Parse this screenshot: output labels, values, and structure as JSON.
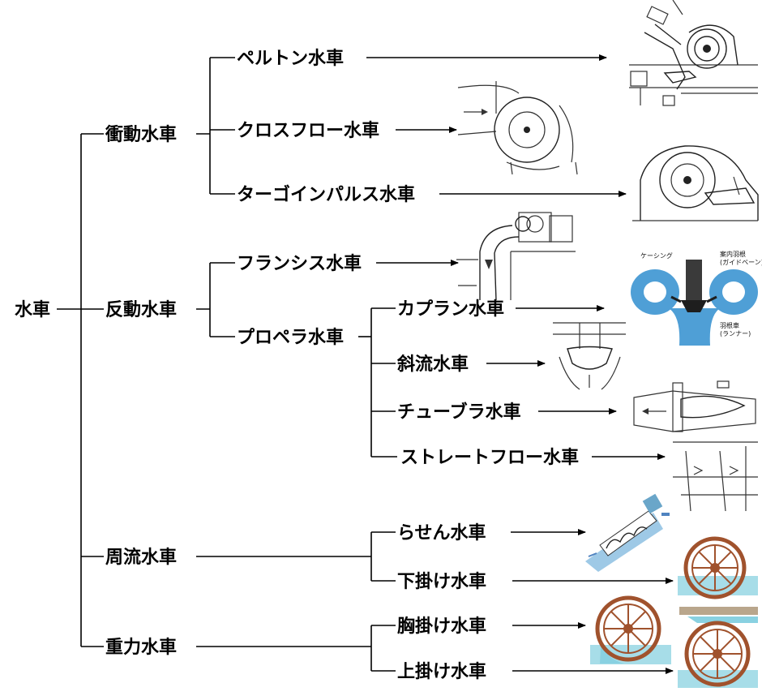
{
  "root": "水車",
  "categories": [
    {
      "label": "衝動水車",
      "items": [
        "ペルトン水車",
        "クロスフロー水車",
        "ターゴインパルス水車"
      ]
    },
    {
      "label": "反動水車",
      "items": [
        "フランシス水車",
        "プロペラ水車"
      ],
      "sub": {
        "parent": "プロペラ水車",
        "items": [
          "カプラン水車",
          "斜流水車",
          "チューブラ水車",
          "ストレートフロー水車"
        ]
      }
    },
    {
      "label": "周流水車",
      "items": [
        "らせん水車",
        "下掛け水車"
      ]
    },
    {
      "label": "重力水車",
      "items": [
        "胸掛け水車",
        "上掛け水車"
      ]
    }
  ],
  "kaplan_labels": {
    "casing": "ケーシング",
    "guide_vane_1": "案内羽根",
    "guide_vane_2": "(ガイドベーン)",
    "runner_1": "羽根車",
    "runner_2": "(ランナー)"
  },
  "colors": {
    "line": "#000000",
    "wheel_brown": "#a0522d",
    "water": "#6cc6d9",
    "kaplan_blue": "#4f9fd6"
  }
}
